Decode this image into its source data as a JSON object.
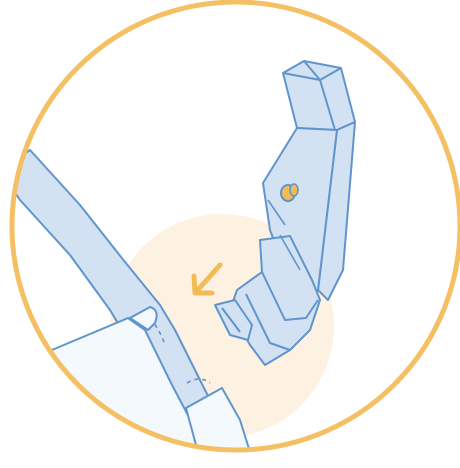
{
  "illustration": {
    "icons": {
      "frame": "circle-frame",
      "highlight": "highlight-disc",
      "arm": "support-arm",
      "seat": "seat-corner",
      "connector": "connector-bracket",
      "knob": "release-knob",
      "direction": "direction-arrow"
    },
    "colors": {
      "frame": "#f5c063",
      "highlight": "#fdf2e2",
      "part_fill": "#d3e2f3",
      "part_stroke": "#5f95cc",
      "seat_fill": "#f4f9fd",
      "accent": "#f2bb55"
    }
  }
}
